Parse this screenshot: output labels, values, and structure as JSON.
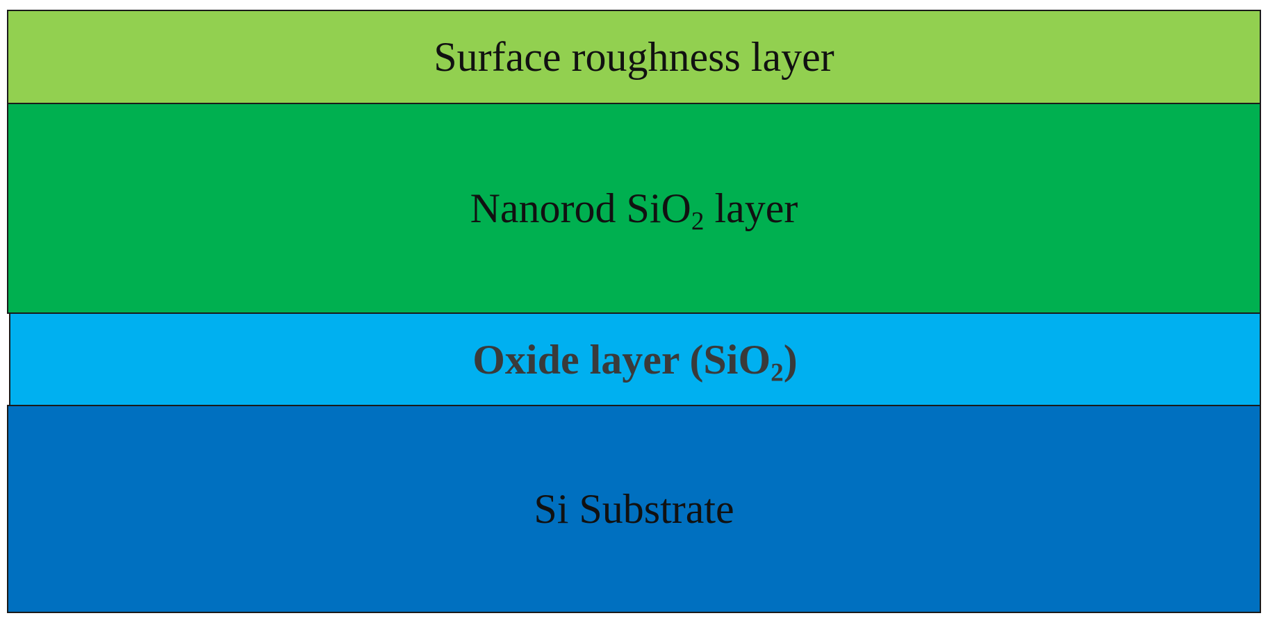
{
  "layers": [
    {
      "id": "roughness",
      "label": "Surface roughness layer",
      "subscript": "",
      "suffix": "",
      "color": "#92d050"
    },
    {
      "id": "nanorod",
      "label": "Nanorod SiO",
      "subscript": "2",
      "suffix": " layer",
      "color": "#00b050"
    },
    {
      "id": "oxide",
      "label": "Oxide layer (SiO",
      "subscript": "2",
      "suffix": ")",
      "color": "#00b0f0"
    },
    {
      "id": "substrate",
      "label": "Si Substrate",
      "subscript": "",
      "suffix": "",
      "color": "#0070c0"
    }
  ],
  "border_color": "#1a1a1a"
}
